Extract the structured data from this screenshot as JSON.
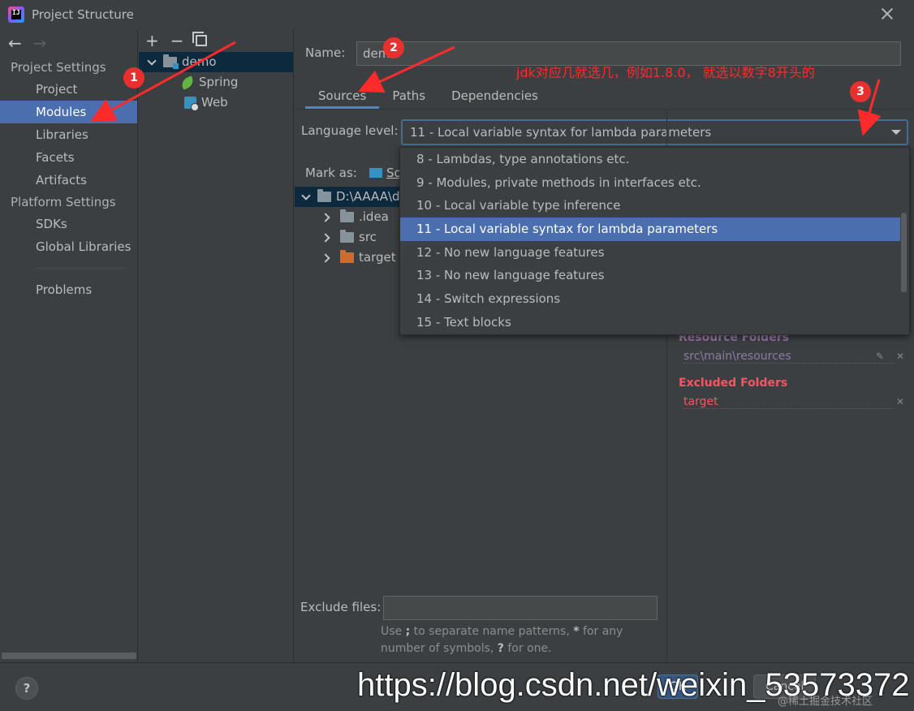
{
  "window": {
    "title": "Project Structure"
  },
  "left_nav": {
    "project_settings_header": "Project Settings",
    "project_settings": [
      "Project",
      "Modules",
      "Libraries",
      "Facets",
      "Artifacts"
    ],
    "platform_settings_header": "Platform Settings",
    "platform_settings": [
      "SDKs",
      "Global Libraries"
    ],
    "problems": "Problems",
    "selected": "Modules"
  },
  "module_tree": {
    "root": "demo",
    "children": [
      "Spring",
      "Web"
    ]
  },
  "main": {
    "name_label": "Name:",
    "name_value": "demo",
    "tabs": [
      "Sources",
      "Paths",
      "Dependencies"
    ],
    "active_tab": "Sources",
    "language_level_label": "Language level:",
    "language_level_value": "11 - Local variable syntax for lambda parameters",
    "mark_as_label": "Mark as:",
    "mark_as_first": "Sources",
    "content_root": "D:\\AAAA\\demo",
    "content_children": [
      ".idea",
      "src",
      "target"
    ],
    "exclude_files_label": "Exclude files:",
    "exclude_hint_part1": "Use ",
    "exclude_hint_sep": ";",
    "exclude_hint_part2": " to separate name patterns, ",
    "exclude_hint_star": "*",
    "exclude_hint_part3": " for any number of symbols, ",
    "exclude_hint_q": "?",
    "exclude_hint_part4": " for one.",
    "resource_folders_title": "Resource Folders",
    "resource_folder_path": "src\\main\\resources",
    "excluded_folders_title": "Excluded Folders",
    "excluded_folder_path": "target"
  },
  "dropdown": {
    "items": [
      "8 - Lambdas, type annotations etc.",
      "9 - Modules, private methods in interfaces etc.",
      "10 - Local variable type inference",
      "11 - Local variable syntax for lambda parameters",
      "12 - No new language features",
      "13 - No new language features",
      "14 - Switch expressions",
      "15 - Text blocks"
    ],
    "selected": "11 - Local variable syntax for lambda parameters"
  },
  "footer": {
    "help": "?",
    "ok": "OK",
    "cancel": "Cancel",
    "watermark": "https://blog.csdn.net/weixin_53573372",
    "watermark2": "@稀土掘金技术社区"
  },
  "annotations": {
    "note": "jdk对应几就选几，例如1.8.0， 就选以数字8开头的",
    "badges": [
      "1",
      "2",
      "3"
    ]
  },
  "colors": {
    "background": "#3c3f41",
    "selection": "#4b6eaf",
    "annotation_red": "#ff2a2a",
    "resource_purple": "#9876aa",
    "excluded_red": "#f75464"
  }
}
